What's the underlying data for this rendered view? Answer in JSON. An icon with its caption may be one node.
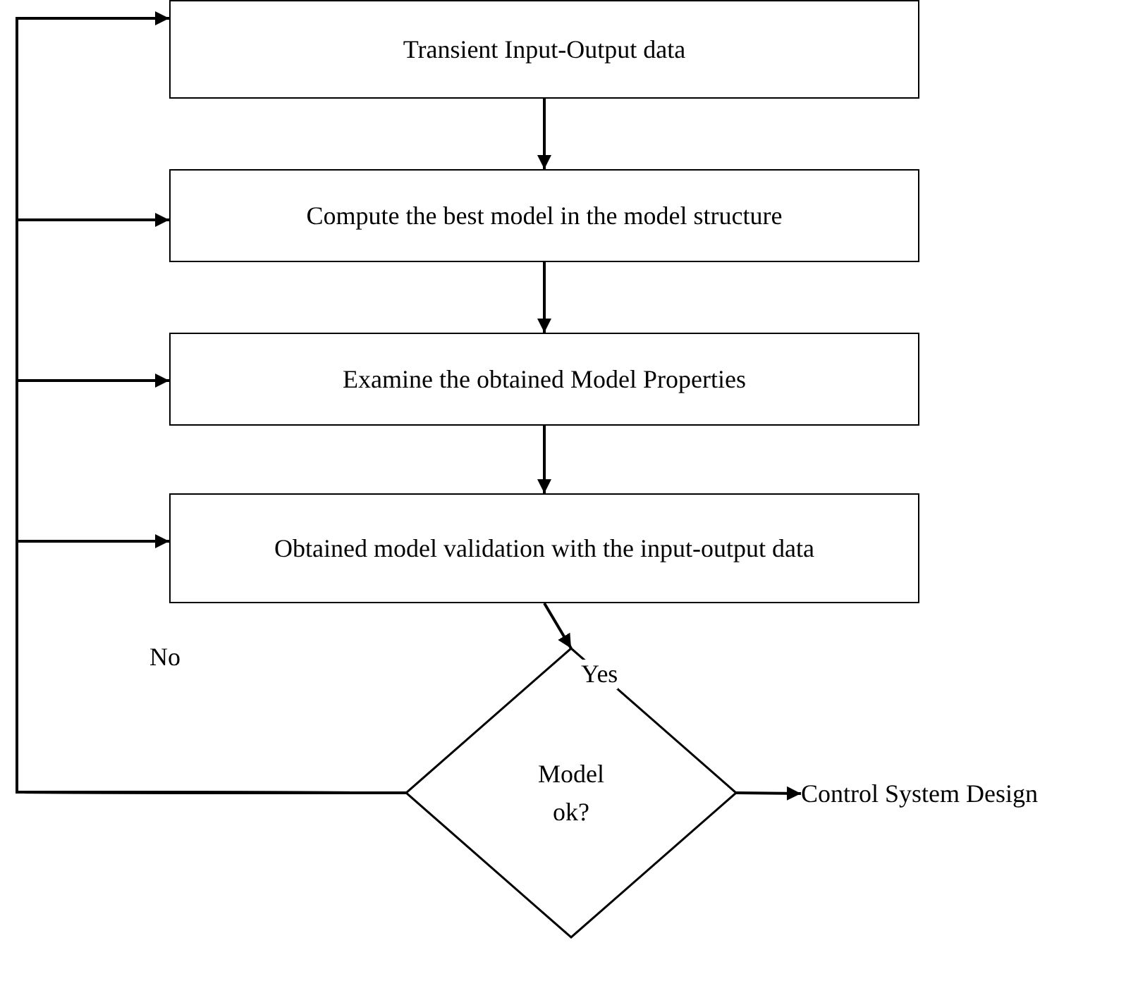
{
  "diagram": {
    "nodes": [
      {
        "text": [
          "Transient Input-Output data"
        ]
      },
      {
        "text": [
          "Compute the best model in the model structure"
        ]
      },
      {
        "text": [
          "Examine the obtained Model Properties"
        ]
      },
      {
        "text": [
          "Obtained model validation with the input-output data"
        ]
      },
      {
        "text": [
          "Model ok?"
        ]
      },
      {
        "text": [
          "Control System Design"
        ]
      }
    ],
    "edges": [
      {
        "from": 0,
        "to": 1,
        "arrow": "to"
      },
      {
        "from": 1,
        "to": 2,
        "arrow": "to"
      },
      {
        "from": 2,
        "to": 3,
        "arrow": "to"
      },
      {
        "from": 3,
        "to": 4,
        "arrow": "to",
        "label": "Yes"
      },
      {
        "from": 4,
        "to": 5,
        "arrow": "to"
      },
      {
        "from": 4,
        "to": 0,
        "arrow": "to",
        "label": "No"
      },
      {
        "from": 4,
        "to": 1,
        "arrow": "to"
      },
      {
        "from": 4,
        "to": 2,
        "arrow": "to"
      },
      {
        "from": 4,
        "to": 3,
        "arrow": "to"
      }
    ]
  }
}
